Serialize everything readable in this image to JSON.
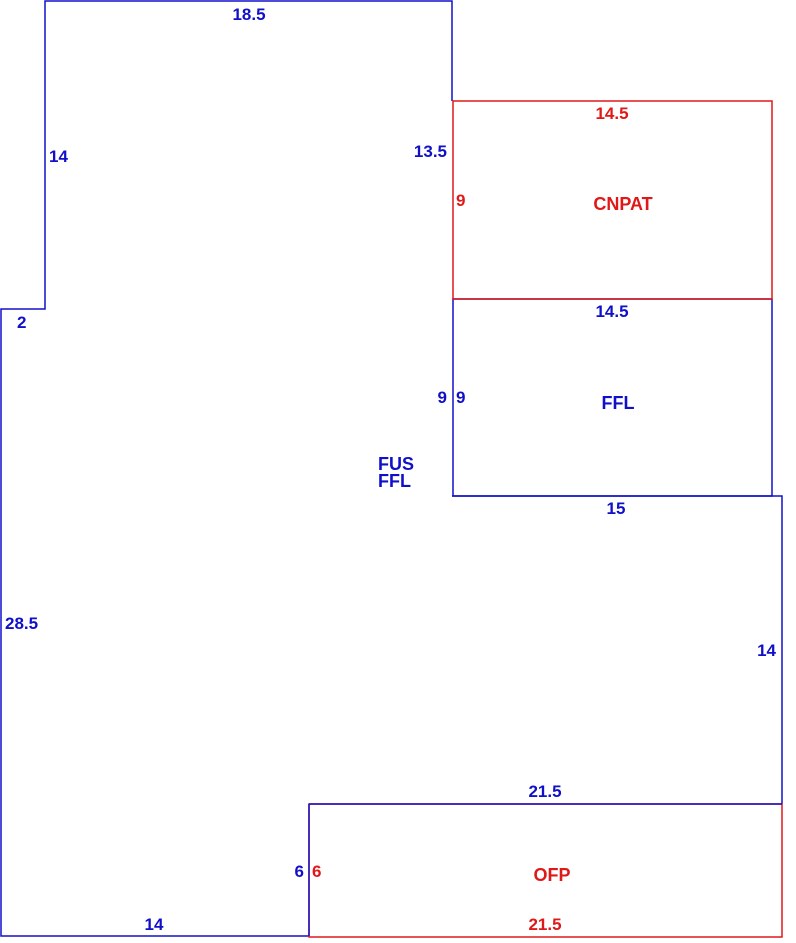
{
  "colors": {
    "main": "#1010c8",
    "secondary": "#e01818"
  },
  "main_structure": {
    "area_label_line1": "FUS",
    "area_label_line2": "FFL",
    "dims": {
      "top": "18.5",
      "upper_left_side": "14",
      "upper_right_side": "13.5",
      "step_left": "2",
      "left_side": "28.5",
      "bottom_left": "14",
      "right_lower_side": "14",
      "ofp_top_edge": "21.5",
      "ofp_left_edge": "6"
    }
  },
  "cnpat": {
    "label": "CNPAT",
    "top": "14.5",
    "left": "9"
  },
  "ffl": {
    "label": "FFL",
    "top": "14.5",
    "left_outside": "9",
    "left_inside": "9",
    "bottom": "15"
  },
  "ofp": {
    "label": "OFP",
    "left": "6",
    "bottom": "21.5"
  }
}
